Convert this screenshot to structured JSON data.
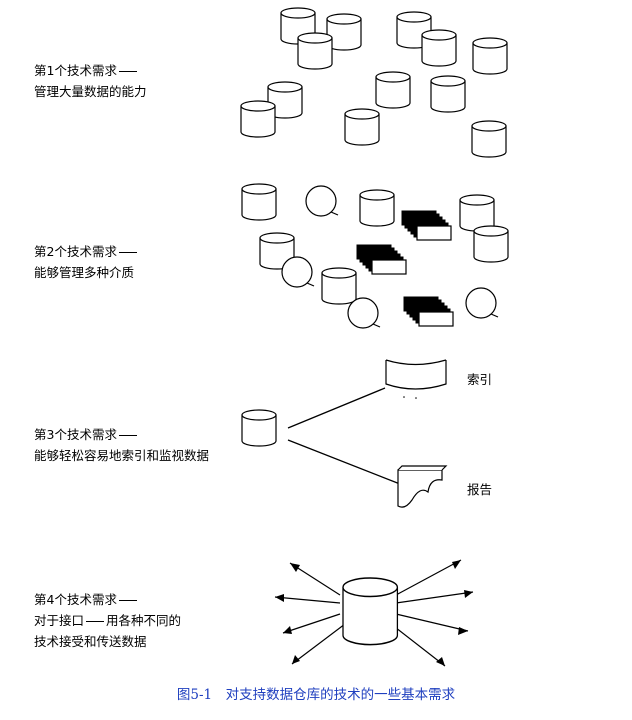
{
  "requirements": [
    {
      "heading": "第1个技术需求",
      "lines": [
        "管理大量数据的能力"
      ]
    },
    {
      "heading": "第2个技术需求",
      "lines": [
        "能够管理多种介质"
      ]
    },
    {
      "heading": "第3个技术需求",
      "lines": [
        "能够轻松容易地索引和监视数据"
      ]
    },
    {
      "heading": "第4个技术需求",
      "lines_before_dash": "对于接口",
      "lines_after_dash": "用各种不同的",
      "line3": "技术接受和传送数据"
    }
  ],
  "labels": {
    "index": "索引",
    "report": "报告"
  },
  "caption": "图5-1　对支持数据仓库的技术的一些基本需求",
  "colors": {
    "caption": "#1f3fbf",
    "ink": "#000000"
  }
}
